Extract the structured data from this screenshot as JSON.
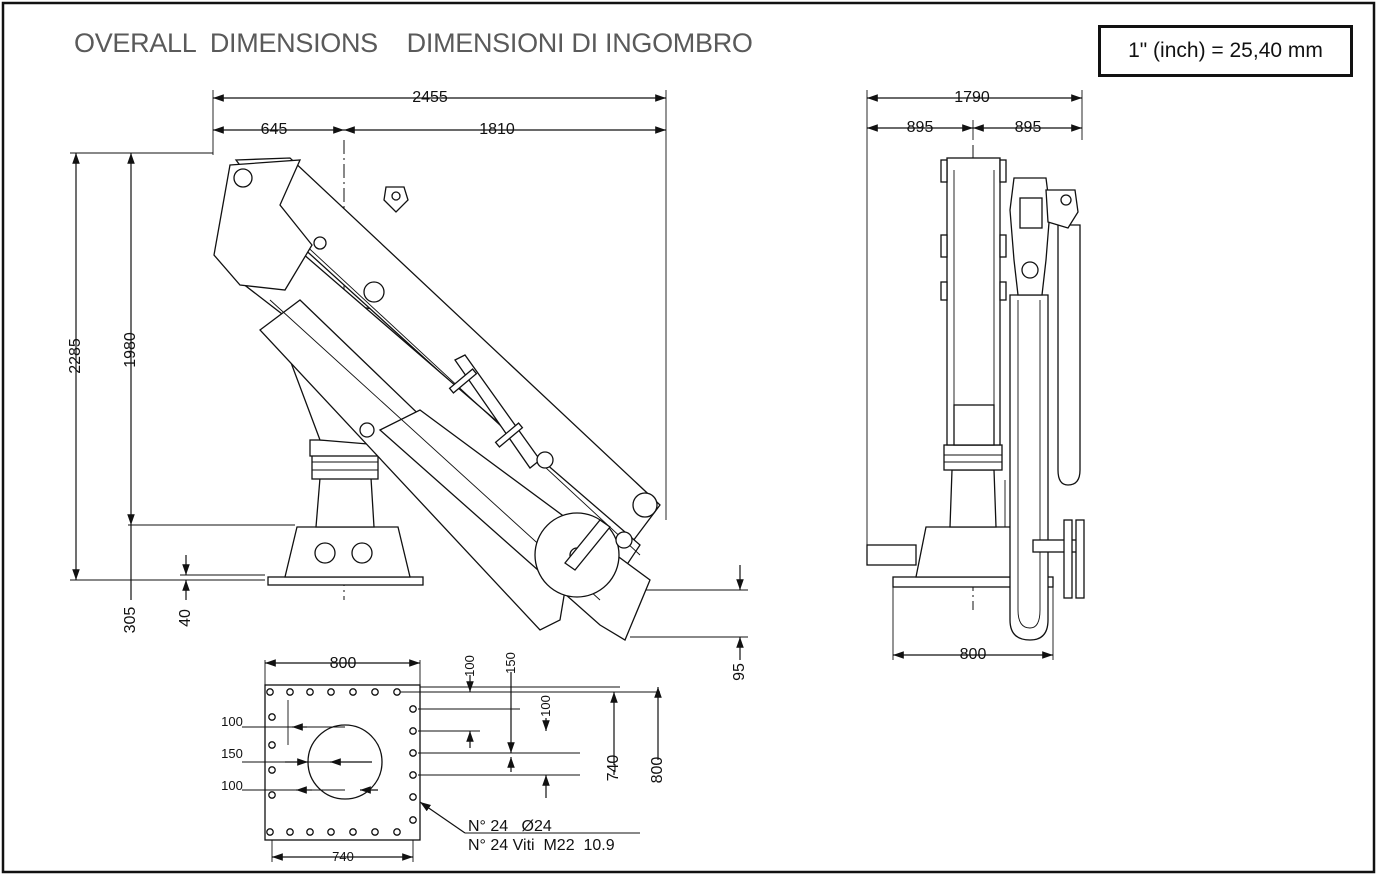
{
  "title": "OVERALL  DIMENSIONS    DIMENSIONI DI INGOMBRO",
  "unit_conversion": "1\" (inch) = 25,40 mm",
  "side_view": {
    "overall_width": "2455",
    "rear_offset": "645",
    "front_reach": "1810",
    "total_height": "2285",
    "height_above_base": "1980",
    "below_base": "305",
    "base_plate_thickness": "40",
    "boom_below_base": "95"
  },
  "front_view": {
    "overall_width": "1790",
    "left_half": "895",
    "right_half": "895",
    "base_width": "800"
  },
  "base_plate": {
    "width": "800",
    "bolt_pitch_width": "740",
    "left_100_top": "100",
    "left_150": "150",
    "left_100_bottom": "100",
    "top_100": "100",
    "top_150": "150",
    "right_100": "100",
    "height_740": "740",
    "height_800": "800",
    "holes_note": "N° 24   Ø24",
    "bolts_note": "N° 24 Viti  M22  10.9"
  }
}
